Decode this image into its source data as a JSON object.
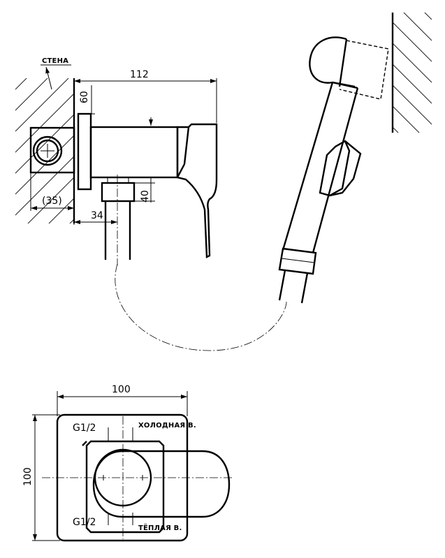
{
  "side_view": {
    "wall_label": "СТЕНА",
    "dim_width": "112",
    "dim_60": "60",
    "dim_40": "40",
    "dim_35": "(35)",
    "dim_34": "34"
  },
  "front_view": {
    "dim_width": "100",
    "dim_height": "100",
    "thread_top": "G1/2",
    "thread_bottom": "G1/2",
    "cold_label": "ХОЛОДНАЯ В.",
    "hot_label": "ТЁПЛАЯ В."
  }
}
